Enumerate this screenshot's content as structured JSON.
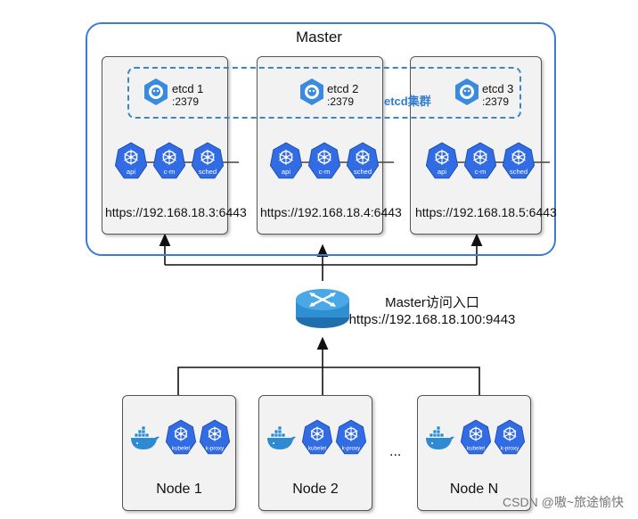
{
  "master": {
    "title": "Master"
  },
  "etcd_cluster": {
    "label": "etcd集群"
  },
  "masters": [
    {
      "etcd_name": "etcd 1",
      "etcd_port": ":2379",
      "url": "https://192.168.18.3:6443",
      "components": [
        "api",
        "c-m",
        "sched"
      ]
    },
    {
      "etcd_name": "etcd 2",
      "etcd_port": ":2379",
      "url": "https://192.168.18.4:6443",
      "components": [
        "api",
        "c-m",
        "sched"
      ]
    },
    {
      "etcd_name": "etcd 3",
      "etcd_port": ":2379",
      "url": "https://192.168.18.5:6443",
      "components": [
        "api",
        "c-m",
        "sched"
      ]
    }
  ],
  "gateway": {
    "title": "Master访问入口",
    "url": "https://192.168.18.100:9443",
    "icon": "router-icon"
  },
  "nodes": [
    {
      "name": "Node 1",
      "components": [
        "kubelet",
        "k-proxy"
      ]
    },
    {
      "name": "Node 2",
      "components": [
        "kubelet",
        "k-proxy"
      ]
    },
    {
      "name": "Node N",
      "components": [
        "kubelet",
        "k-proxy"
      ]
    }
  ],
  "ellipsis": "...",
  "watermark": "CSDN @嗷~旅途愉快",
  "colors": {
    "k8s_blue": "#326ce5",
    "frame_blue": "#3d7bd9",
    "cluster_label": "#2f7dd1",
    "router_blue": "#2f8fd1",
    "docker_blue": "#2f8bd1"
  }
}
